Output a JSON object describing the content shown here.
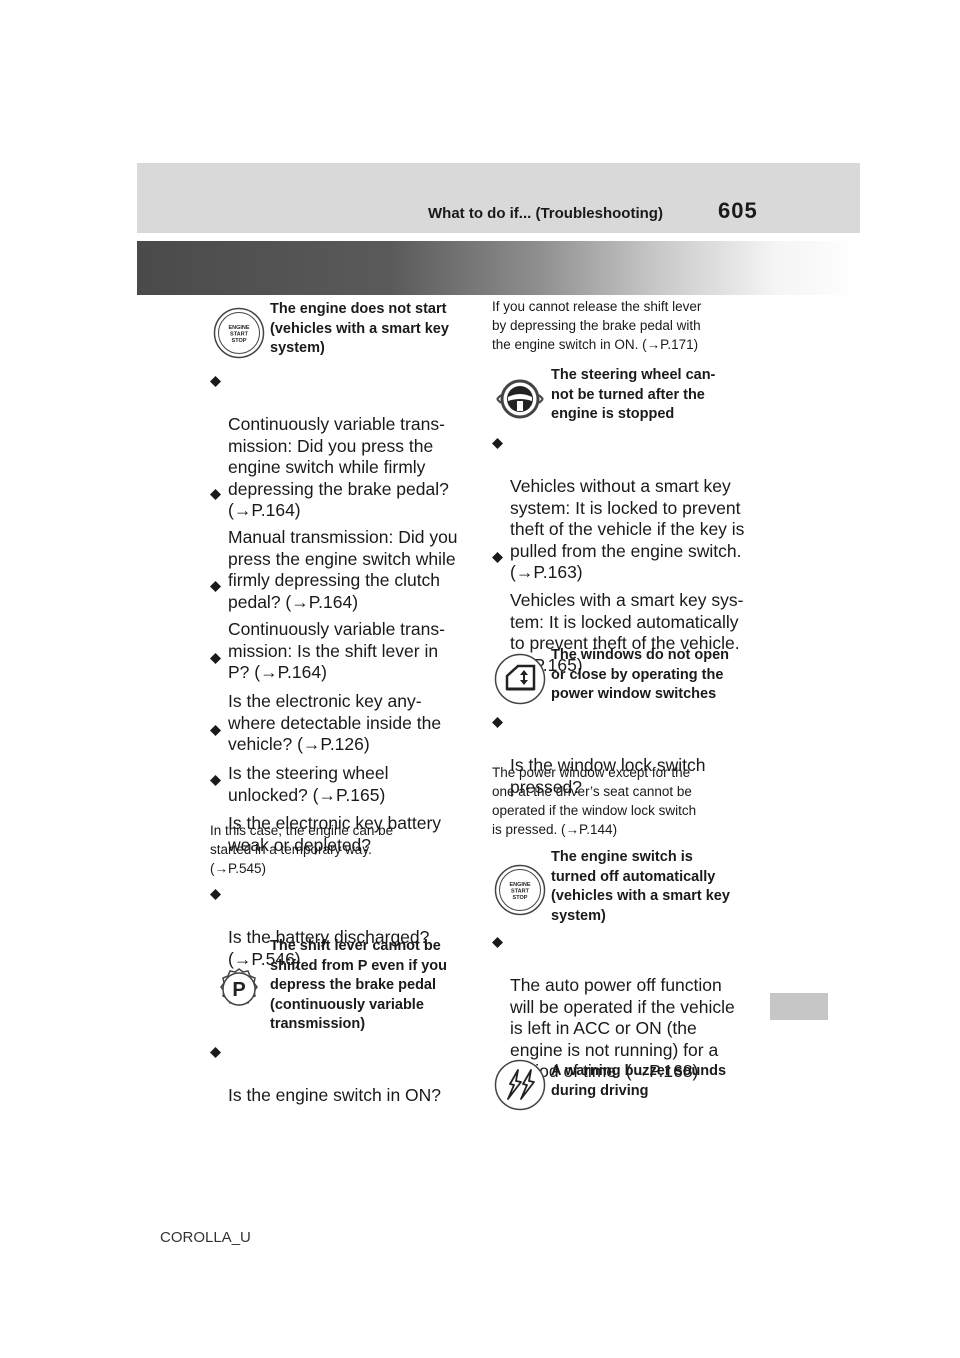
{
  "header": {
    "title": "What to do if... (Troubleshooting)",
    "page_number": "605"
  },
  "footer": {
    "text": "COROLLA_U"
  },
  "left_column": {
    "condition_1": {
      "icon": "engine-start-stop-icon",
      "icon_text": "ENGINE\nSTART\nSTOP",
      "title": "The engine does not start\n(vehicles with a smart key\nsystem)",
      "bullets": [
        "Continuously variable trans-\nmission: Did you press the\nengine switch while firmly\ndepressing the brake pedal?\n(→P.164)",
        "Manual transmission: Did you\npress the engine switch while\nfirmly depressing the clutch\npedal? (→P.164)",
        "Continuously variable trans-\nmission: Is the shift lever in\nP? (→P.164)",
        "Is the electronic key any-\nwhere detectable inside the\nvehicle? (→P.126)",
        "Is the steering wheel\nunlocked? (→P.165)",
        "Is the electronic key battery\nweak or depleted?"
      ],
      "note": "In this case, the engine can be\nstarted in a temporary way.\n(→P.545)",
      "bullet_after_note": "Is the battery discharged?\n(→P.546)"
    },
    "condition_2": {
      "icon": "shift-lever-p-icon",
      "icon_text": "P",
      "title": "The shift lever cannot be\nshifted from P even if you\ndepress the brake pedal\n(continuously variable\ntransmission)",
      "bullet": "Is the engine switch in ON?"
    }
  },
  "right_column": {
    "intro_note": "If you cannot release the shift lever\nby depressing the brake pedal with\nthe engine switch in ON. (→P.171)",
    "condition_3": {
      "icon": "steering-wheel-lock-icon",
      "title": "The steering wheel can-\nnot be turned after the\nengine is stopped",
      "bullets": [
        "Vehicles without a smart key\nsystem: It is locked to prevent\ntheft of the vehicle if the key is\npulled from the engine switch.\n(→P.163)",
        "Vehicles with a smart key sys-\ntem: It is locked automatically\nto prevent theft of the vehicle.\n(→P.165)"
      ]
    },
    "condition_4": {
      "icon": "power-window-icon",
      "title": "The windows do not open\nor close by operating the\npower window switches",
      "bullet": "Is the window lock switch\npressed?",
      "note": "The power window except for the\none at the driver’s seat cannot be\noperated if the window lock switch\nis pressed. (→P.144)"
    },
    "condition_5": {
      "icon": "engine-start-stop-icon",
      "icon_text": "ENGINE\nSTART\nSTOP",
      "title": "The engine switch is\nturned off automatically\n(vehicles with a smart key\nsystem)",
      "bullet": "The auto power off function\nwill be operated if the vehicle\nis left in ACC or ON (the\nengine is not running) for a\nperiod of time. (→P.168)"
    },
    "condition_6": {
      "icon": "warning-buzzer-icon",
      "title": "A warning buzzer sounds\nduring driving"
    }
  }
}
